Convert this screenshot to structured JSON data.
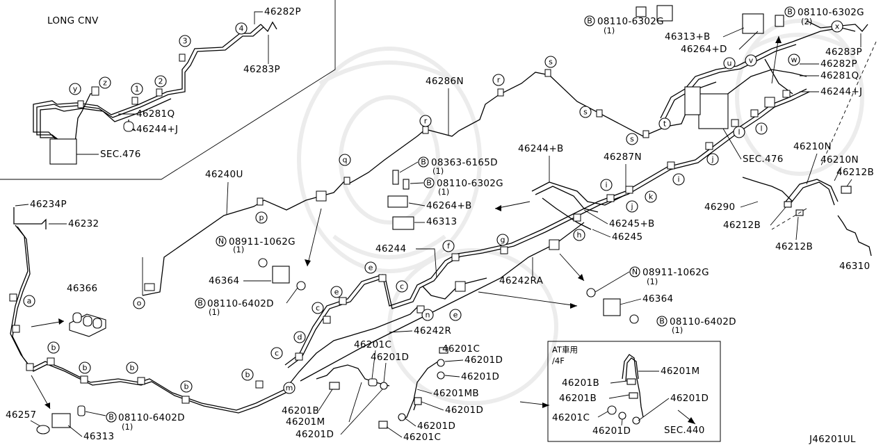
{
  "diagram": {
    "code": "J46201UL",
    "inset_long": {
      "title": "LONG CNV",
      "parts": [
        "46282P",
        "46283P",
        "46281Q",
        "46244+J",
        "SEC.476"
      ],
      "callouts": [
        "4",
        "3",
        "2",
        "1",
        "z",
        "y"
      ]
    },
    "inset_at": {
      "title_line1": "AT車用",
      "title_line2": "/4F",
      "parts": [
        "46201M",
        "46201B",
        "46201B",
        "46201C",
        "46201D",
        "46201D",
        "SEC.440"
      ]
    },
    "part_labels": {
      "p46240U": "46240U",
      "p46286N": "46286N",
      "p46234P": "46234P",
      "p46232": "46232",
      "p46366": "46366",
      "p46257": "46257",
      "p46313_bl": "46313",
      "bolt_bl": "08110-6402D",
      "bolt_bl_qty": "(1)",
      "nut_mid": "08911-1062G",
      "nut_mid_qty": "(1)",
      "p46364_mid": "46364",
      "bolt_mid": "08110-6402D",
      "bolt_mid_qty": "(1)",
      "bolt_top1": "08363-6165D",
      "bolt_top1_qty": "(1)",
      "bolt_top2": "08110-6302G",
      "bolt_top2_qty": "(1)",
      "p46264B": "46264+B",
      "p46313_mid": "46313",
      "p46244B": "46244+B",
      "p46287N": "46287N",
      "p46245B": "46245+B",
      "p46245": "46245",
      "p46244": "46244",
      "p46242RA": "46242RA",
      "p46242R": "46242R",
      "nut_right": "08911-1062G",
      "nut_right_qty": "(1)",
      "p46364_right": "46364",
      "bolt_right": "08110-6402D",
      "bolt_right_qty": "(1)",
      "bolt_tr1": "08110-6302G",
      "bolt_tr1_qty": "(1)",
      "bolt_tr2": "08110-6302G",
      "bolt_tr2_qty": "(2)",
      "p46313B": "46313+B",
      "p46264D": "46264+D",
      "p46283P": "46283P",
      "p46282P": "46282P",
      "p46281Q": "46281Q",
      "p46244J": "46244+J",
      "sec476": "SEC.476",
      "p46210N_a": "46210N",
      "p46210N_b": "46210N",
      "p46212B_a": "46212B",
      "p46212B_b": "46212B",
      "p46212B_c": "46212B",
      "p46290": "46290",
      "p46310": "46310",
      "h46201C_a": "46201C",
      "h46201D_a": "46201D",
      "h46201B": "46201B",
      "h46201M": "46201M",
      "h46201D_b": "46201D",
      "h46201C_b": "46201C",
      "h46201D_c": "46201D",
      "h46201D_d": "46201D",
      "h46201MB": "46201MB",
      "h46201D_e": "46201D",
      "h46201D_f": "46201D",
      "h46201C_c": "46201C"
    },
    "prefix": {
      "B": "B",
      "N": "N"
    },
    "callouts": {
      "a": "a",
      "b": "b",
      "c": "c",
      "d": "d",
      "e": "e",
      "f": "f",
      "g": "g",
      "h": "h",
      "i": "i",
      "j": "j",
      "k": "k",
      "l": "l",
      "n": "n",
      "o": "o",
      "p": "p",
      "q": "q",
      "r": "r",
      "s": "s",
      "t": "t",
      "u": "u",
      "v": "v",
      "w": "w",
      "x": "x",
      "m": "m"
    }
  }
}
